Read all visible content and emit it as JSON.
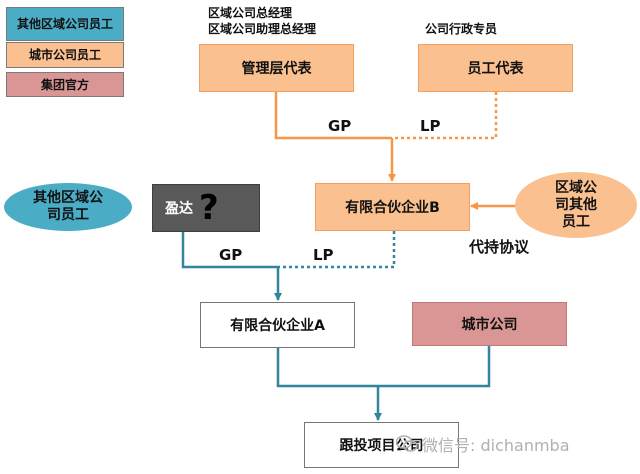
{
  "legend": [
    {
      "label": "其他区域公司员工",
      "color": "#4bacc6"
    },
    {
      "label": "城市公司员工",
      "color": "#fac090"
    },
    {
      "label": "集团官方",
      "color": "#d99694"
    }
  ],
  "notes": {
    "mgmt_line1": "区域公司总经理",
    "mgmt_line2": "区域公司助理总经理",
    "staff": "公司行政专员"
  },
  "nodes": {
    "mgmt_rep": "管理层代表",
    "staff_rep": "员工代表",
    "partnership_b": "有限合伙企业B",
    "other_region_staff": "其他区域公司员工",
    "yingda": "盈达",
    "yingda_mark": "?",
    "region_other_staff": "区域公司其他员工",
    "partnership_a": "有限合伙企业A",
    "city_company": "城市公司",
    "project_company": "跟投项目公司"
  },
  "edge_labels": {
    "gp_top": "GP",
    "lp_top": "LP",
    "gp_bottom": "GP",
    "lp_bottom": "LP",
    "proxy": "代持协议"
  },
  "watermark": "微信号: dichanmba",
  "colors": {
    "orange": "#fac090",
    "blue": "#4bacc6",
    "pink": "#d99694",
    "line_orange": "#f79646",
    "line_blue": "#31859c"
  }
}
